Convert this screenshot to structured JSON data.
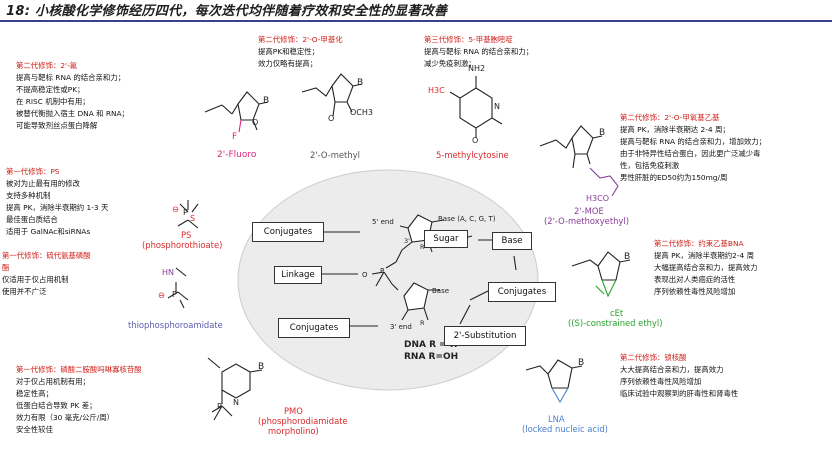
{
  "title": "18: 小核酸化学修饰经历四代，每次迭代均伴随着疗效和安全性的显著改善",
  "annotations": {
    "fluoro": {
      "heading": "第二代修饰：2'-氟",
      "lines": [
        "提高与靶标 RNA 的结合亲和力；",
        "不提高稳定性或PK；",
        "在 RISC 机制中有用；",
        "被替代衡抛入宿主 DNA 和 RNA；",
        "可能导致剂丝点蛋白降解"
      ]
    },
    "omethyl": {
      "heading": "第二代修饰：2'-O-甲基化",
      "lines": [
        "提高PK和稳定性；",
        "效力仅略有提高；"
      ]
    },
    "methylcytosine": {
      "heading": "第三代修饰：5-甲基胞嘧啶",
      "lines": [
        "提高与靶标 RNA 的结合亲和力；",
        "减少免疫刺激；"
      ]
    },
    "moe": {
      "heading": "第二代修饰：2'-O-甲氧基乙基",
      "lines": [
        "提高 PK，消除半衰期达 2-4 周；",
        "提高与靶标 RNA 的结合亲和力，增加效力；",
        "由于非特异性结合蛋白，因此更广泛减少毒",
        "性，包括免疫刺激",
        "男性肝脏的ED50约为150mg/周"
      ]
    },
    "ps": {
      "heading": "第一代修饰：PS",
      "lines": [
        "被对为止最有用的修改",
        "支持多种机制",
        "提高 PK，消除半衰期约 1-3 天",
        "最佳蛋白质结合",
        "适用于 GalNAc和siRNAs"
      ]
    },
    "thiophos": {
      "heading": "第一代修饰：硫代氨基磷酸",
      "heading2": "酯",
      "lines": [
        "仅适用于仅占用机制",
        "使用并不广泛"
      ]
    },
    "cet": {
      "heading": "第二代修饰：约束乙基BNA",
      "lines": [
        "提高 PK，消除半衰期约2-4 周",
        "大幅提高结合亲和力，提高效力",
        "表现出对人类癌症的活性",
        "序列依赖性毒性风险增加"
      ]
    },
    "pmo": {
      "heading": "第一代修饰：磷酸二胺酸吗啉寡核苷酸",
      "lines": [
        "对于仅占用机制有用；",
        "稳定性高；",
        "低蛋白结合导致 PK 差；",
        "效力有限（30 毫克/公斤/周）",
        "安全性较佳"
      ]
    },
    "lna": {
      "heading": "第二代修饰：锁核酸",
      "lines": [
        "大大提高结合亲和力，提高效力",
        "序列依赖性毒性风险增加",
        "临床试验中观察到的肝毒性和肾毒性"
      ]
    }
  },
  "labels": {
    "fluoro": "2'-Fluoro",
    "omethyl": "2'-O-methyl",
    "methylcytosine": "5-methylcytosine",
    "moe1": "2'-MOE",
    "moe2": "(2'-O-methoxyethyl)",
    "ps1": "PS",
    "ps2": "(phosphorothioate)",
    "thiophos": "thiophosphoroamidate",
    "cet1": "cEt",
    "cet2": "((S)-constrained ethyl)",
    "pmo1": "PMO",
    "pmo2": "(phosphorodiamidate",
    "pmo3": "morpholino)",
    "lna1": "LNA",
    "lna2": "(locked nucleic acid)"
  },
  "boxes": {
    "conjugates_top": "Conjugates",
    "linkage": "Linkage",
    "conjugates_bottom": "Conjugates",
    "sugar": "Sugar",
    "base": "Base",
    "conjugates_right": "Conjugates",
    "substitution": "2'-Substitution"
  },
  "center": {
    "five_end": "5' end",
    "three_end": "3' end",
    "base_top": "Base (A, C, G, T)",
    "base_bottom": "Base",
    "dna_formula": "DNA R = H",
    "rna_formula": "RNA R=OH"
  },
  "chem": {
    "B": "B",
    "F": "F",
    "O": "O",
    "OCH3": "OCH3",
    "NH2": "NH2",
    "N": "N",
    "H3C": "H3C",
    "S": "S",
    "P": "P",
    "HN": "HN",
    "H3CO": "H3CO",
    "R": "R",
    "one_p": "1'",
    "two_p": "2'",
    "three_p": "3'",
    "four_p": "4'",
    "five_p": "5'",
    "minus": "⊖"
  },
  "colors": {
    "accent_red": "#d0201a",
    "fluoro_pink": "#d6287e",
    "methylcytosine_red": "#d82a2a",
    "moe_purple": "#8a3c9a",
    "cet_green": "#27a02c",
    "lna_blue": "#4a7fd0",
    "title_rule": "#3a3f8f"
  }
}
